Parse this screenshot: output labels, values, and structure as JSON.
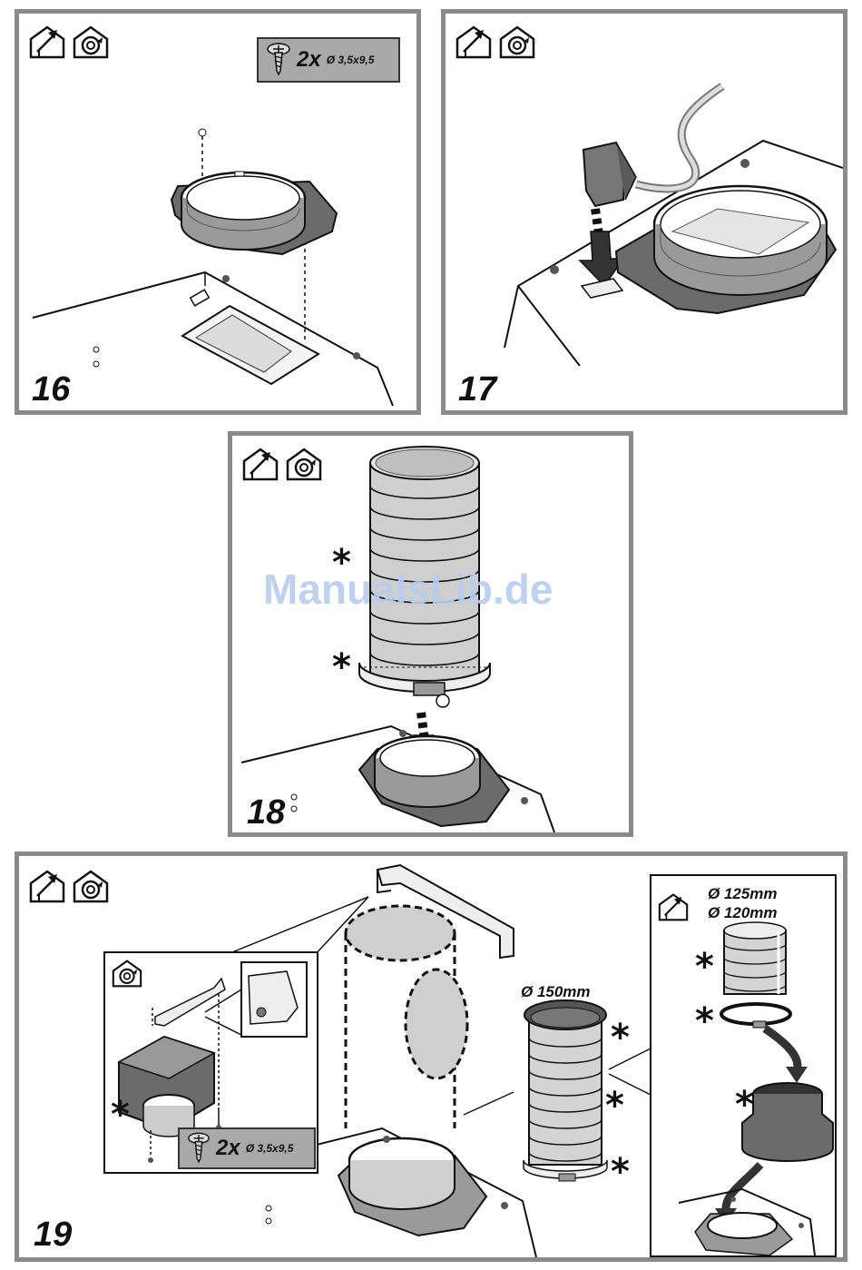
{
  "panels": {
    "p16": {
      "step": "16",
      "screw_count": "2x",
      "screw_size": "Ø 3,5x9,5"
    },
    "p17": {
      "step": "17"
    },
    "p18": {
      "step": "18",
      "asterisk_top": "*",
      "asterisk_bottom": "*"
    },
    "p19": {
      "step": "19",
      "screw_count": "2x",
      "screw_size": "Ø 3,5x9,5",
      "diameter_150": "Ø 150mm",
      "diameter_125": "Ø 125mm",
      "diameter_120": "Ø 120mm",
      "asterisk": "*"
    }
  },
  "watermark": "ManualsLib.de",
  "icons": [
    "house-exhaust-icon",
    "house-recirculation-icon"
  ]
}
